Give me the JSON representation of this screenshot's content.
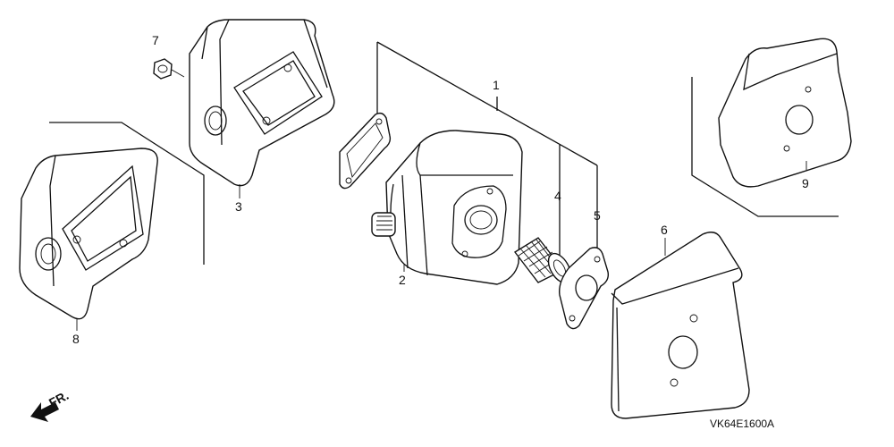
{
  "callouts": {
    "c1": "1",
    "c2": "2",
    "c3": "3",
    "c4": "4",
    "c5": "5",
    "c6": "6",
    "c7": "7",
    "c8": "8",
    "c9": "9"
  },
  "direction": {
    "label": "FR."
  },
  "diagram_code": "VK64E1600A"
}
